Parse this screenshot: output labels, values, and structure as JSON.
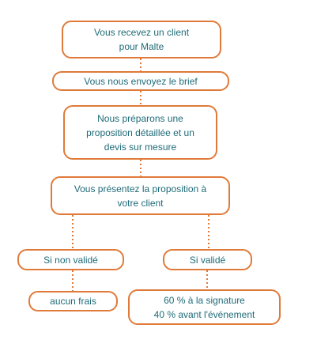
{
  "colors": {
    "accent": "#e07a3a",
    "text": "#1f6b78",
    "connector": "#e07a3a"
  },
  "nodes": {
    "receive_client": "Vous recevez un client\npour Malte",
    "send_brief": "Vous nous envoyez le brief",
    "prepare_proposal": "Nous préparons une\nproposition détaillée et un\ndevis sur mesure",
    "present_proposal": "Vous présentez la proposition à\nvotre client",
    "not_validated": "Si non validé",
    "validated": "Si validé",
    "no_fees": "aucun frais",
    "payment_terms": "60 % à la signature\n40 % avant l'événement"
  }
}
